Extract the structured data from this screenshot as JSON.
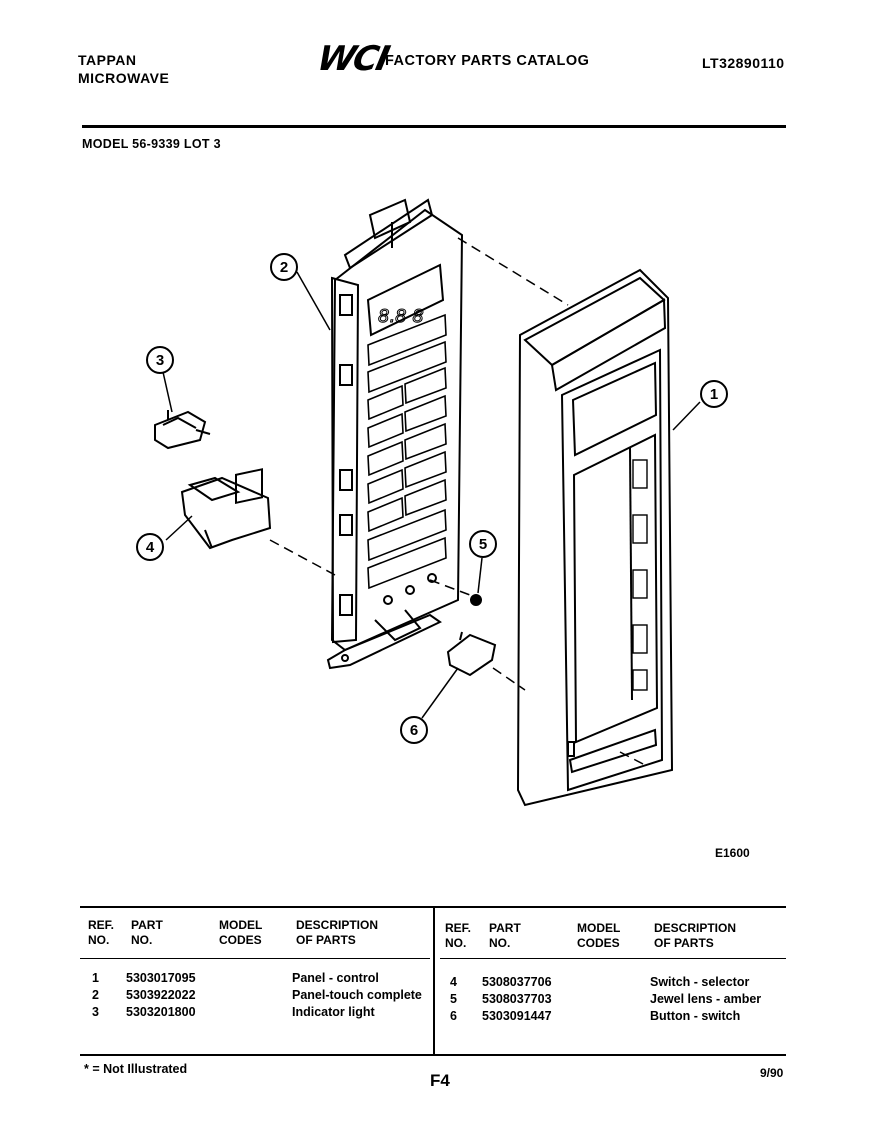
{
  "header": {
    "brand": "TAPPAN",
    "product": "MICROWAVE",
    "logo": "WCI",
    "catalog_title": "FACTORY PARTS CATALOG",
    "catalog_number": "LT32890110"
  },
  "model_line": "MODEL 56-9339 LOT 3",
  "diagram": {
    "code": "E1600",
    "callouts": [
      "1",
      "2",
      "3",
      "4",
      "5",
      "6"
    ]
  },
  "table": {
    "headers": {
      "ref_no": [
        "REF.",
        "NO."
      ],
      "part_no": [
        "PART",
        "NO."
      ],
      "model_codes": [
        "MODEL",
        "CODES"
      ],
      "description": [
        "DESCRIPTION",
        "OF PARTS"
      ]
    },
    "left_rows": [
      {
        "ref": "1",
        "part": "5303017095",
        "codes": "",
        "desc": "Panel - control"
      },
      {
        "ref": "2",
        "part": "5303922022",
        "codes": "",
        "desc": "Panel-touch complete"
      },
      {
        "ref": "3",
        "part": "5303201800",
        "codes": "",
        "desc": "Indicator light"
      }
    ],
    "right_rows": [
      {
        "ref": "4",
        "part": "5308037706",
        "codes": "",
        "desc": "Switch - selector"
      },
      {
        "ref": "5",
        "part": "5308037703",
        "codes": "",
        "desc": "Jewel lens - amber"
      },
      {
        "ref": "6",
        "part": "5303091447",
        "codes": "",
        "desc": "Button - switch"
      }
    ]
  },
  "footer": {
    "note": "* = Not Illustrated",
    "page_code": "F4",
    "date": "9/90"
  }
}
